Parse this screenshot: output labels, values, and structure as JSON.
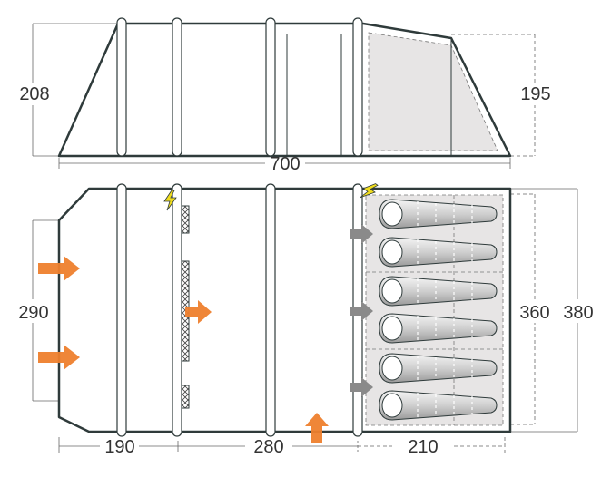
{
  "dimensions": {
    "side_height_front": "208",
    "side_height_rear": "195",
    "total_length": "700",
    "width_front": "290",
    "inner_width": "360",
    "outer_width": "380",
    "section_1": "190",
    "section_2": "280",
    "section_3": "210"
  },
  "colors": {
    "outline": "#2f3b3b",
    "pole": "#c9c9c9",
    "bedroom_fill": "#e7e5e5",
    "dim_line": "#666666",
    "door_arrow": "#ee7f2d",
    "vent_arrow": "#8a8a8a",
    "light_icon": "#f0dc1e"
  },
  "icons": {
    "entrance_arrows": "door-arrow-icon",
    "vent_arrows": "vent-arrow-icon",
    "light_point": "lightning-icon",
    "berths": "sleeping-bag-icon"
  },
  "berth_count": 6
}
